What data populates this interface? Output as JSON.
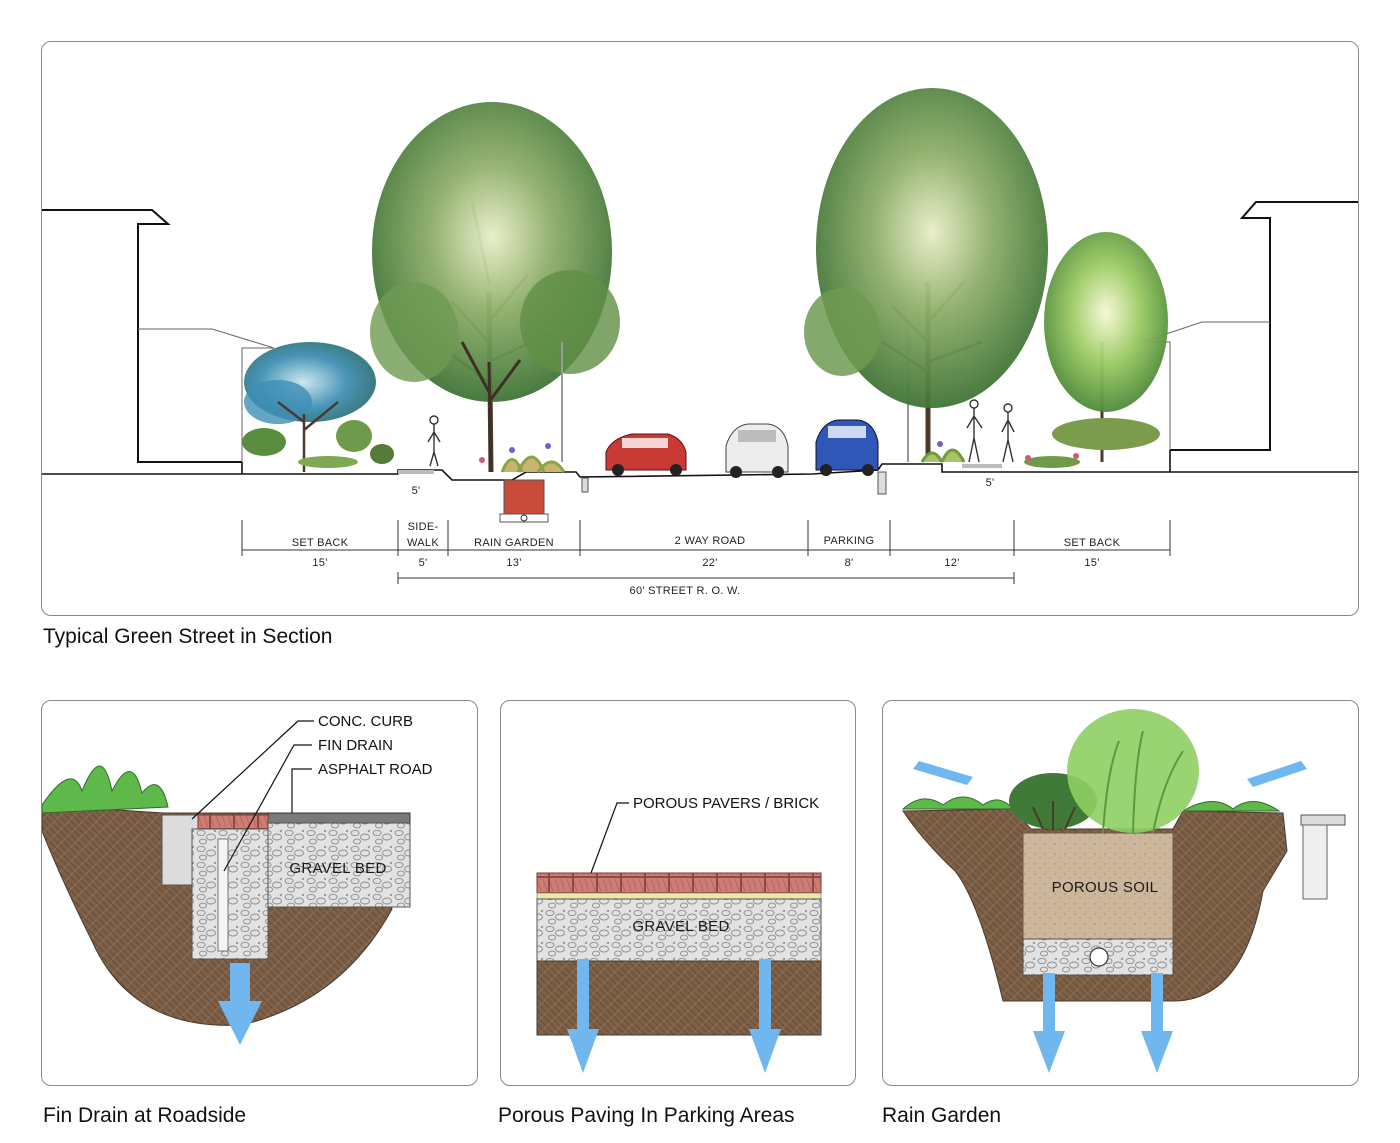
{
  "section": {
    "caption": "Typical Green Street in Section",
    "dimensions": [
      {
        "label": "SET BACK",
        "value": "15'"
      },
      {
        "label": "SIDE-",
        "label2": "WALK",
        "value": "5'"
      },
      {
        "label": "RAIN GARDEN",
        "value": "13'"
      },
      {
        "label": "2 WAY ROAD",
        "value": "22'"
      },
      {
        "label": "PARKING",
        "value": "8'"
      },
      {
        "label": "",
        "value": "12'"
      },
      {
        "label": "SET BACK",
        "value": "15'"
      }
    ],
    "row_total": "60' STREET R. O. W.",
    "sidewalk_left": "5'",
    "sidewalk_right": "5'"
  },
  "fin_drain": {
    "caption": "Fin Drain at Roadside",
    "callouts": [
      "CONC. CURB",
      "FIN DRAIN",
      "ASPHALT ROAD"
    ],
    "fill_label": "GRAVEL BED"
  },
  "porous_paving": {
    "caption": "Porous Paving In Parking Areas",
    "callout": "POROUS PAVERS / BRICK",
    "fill_label": "GRAVEL BED"
  },
  "rain_garden": {
    "caption": "Rain Garden",
    "fill_label": "POROUS SOIL"
  },
  "colors": {
    "soil": "#7d6047",
    "gravel": "#dddddd",
    "water_arrow": "#6fb7ee",
    "tree_green": "#4f8a3e",
    "brick": "#c9756e",
    "porous_soil": "#cdb79c"
  }
}
